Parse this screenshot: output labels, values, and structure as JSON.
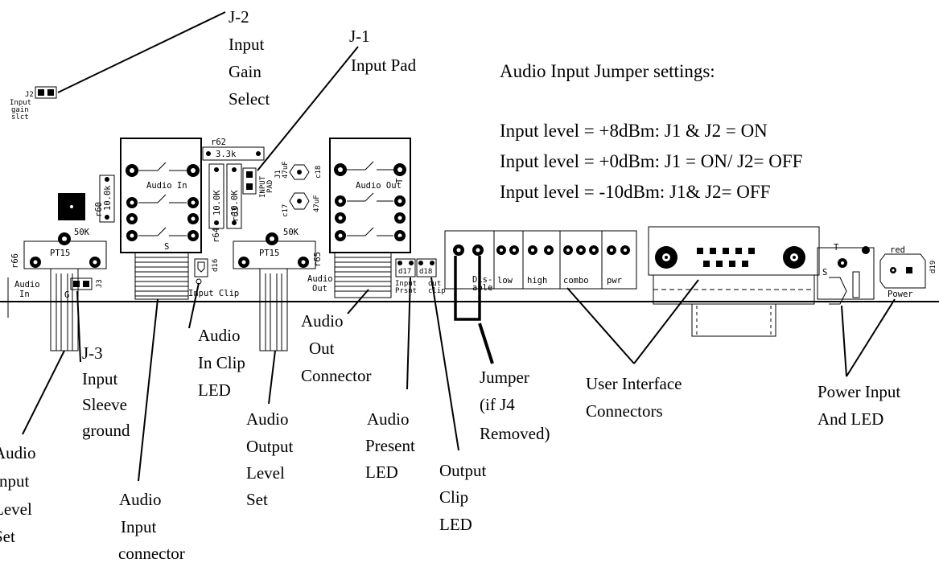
{
  "settings": {
    "heading": "Audio Input Jumper settings:",
    "lines": [
      "Input level = +8dBm:  J1 & J2 = ON",
      "Input level = +0dBm:  J1 = ON/ J2= OFF",
      "Input level = -10dBm:  J1& J2= OFF"
    ]
  },
  "callouts": {
    "j2": [
      "J-2",
      "Input",
      "Gain",
      "Select"
    ],
    "j1": [
      "J-1",
      "Input Pad"
    ],
    "j3": [
      "J-3",
      "Input",
      "Sleeve",
      "ground"
    ],
    "audio_input_level": [
      "Audio",
      "Input",
      "Level",
      "Set"
    ],
    "audio_input_connector": [
      "Audio",
      "Input",
      "connector"
    ],
    "audio_in_clip": [
      "Audio",
      "In Clip",
      "LED"
    ],
    "audio_output_level": [
      "Audio",
      "Output",
      "Level",
      "Set"
    ],
    "audio_out_connector": [
      "Audio",
      "Out",
      "Connector"
    ],
    "audio_present": [
      "Audio",
      "Present",
      "LED"
    ],
    "output_clip": [
      "Output",
      "Clip",
      "LED"
    ],
    "jumper": [
      "Jumper",
      "(if J4",
      "Removed)"
    ],
    "user_interface": [
      "User  Interface",
      "Connectors"
    ],
    "power": [
      "Power Input",
      "And LED"
    ]
  },
  "silkscreen": {
    "j2_ref": "J2",
    "j2_desc": [
      "Input",
      "gain",
      "slct"
    ],
    "r62": "r62",
    "r62_val": "3.3k",
    "r60": "r60",
    "r60_val": "10.0k",
    "r64": "r64",
    "r64_val": "10.0K",
    "r63": "r63",
    "r63_val": "10.0K",
    "j1_ref": "J1",
    "j1_desc": [
      "INPUT",
      "PAD"
    ],
    "c17": "c17",
    "c17_val": "47uF",
    "c18": "c18",
    "c18_val": "47uF",
    "audio_in": "Audio In",
    "audio_out": "Audio Out",
    "s": "S",
    "t": "T",
    "pot_val": "50K",
    "pot_part": "PT15",
    "r66": "r66",
    "r65": "r65",
    "audio_in_label": [
      "Audio",
      "In"
    ],
    "audio_out_label": [
      "Audio",
      "Out"
    ],
    "j3_ref": "J3",
    "g": "G",
    "d16": "d16",
    "input_clip": "Input Clip",
    "d17": "d17",
    "d18": "d18",
    "input_prsnt": [
      "Input",
      "Prsnt"
    ],
    "out_clip": [
      "out",
      "clip"
    ],
    "disable": [
      "Dis-",
      "able"
    ],
    "low": "low",
    "high": "high",
    "combo": "combo",
    "pwr": "pwr",
    "red": "red",
    "d19": "d19",
    "power": "Power"
  }
}
